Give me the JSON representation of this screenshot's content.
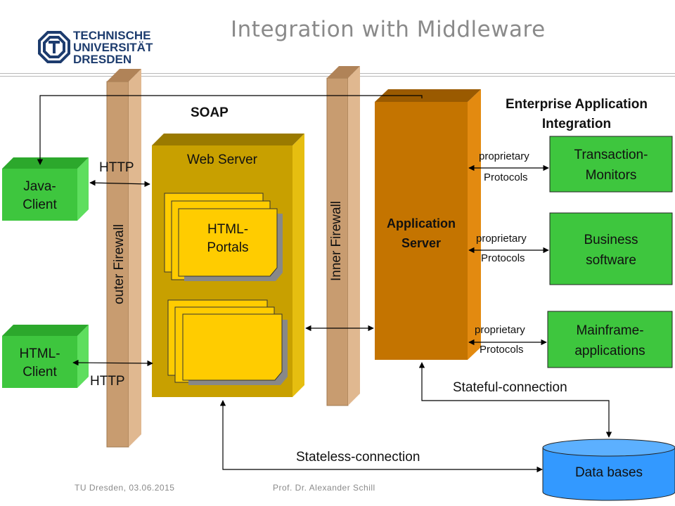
{
  "header": {
    "title": "Integration with Middleware",
    "logo_lines": [
      "TECHNISCHE",
      "UNIVERSITÄT",
      "DRESDEN"
    ]
  },
  "labels": {
    "soap": "SOAP",
    "eai_line1": "Enterprise Application",
    "eai_line2": "Integration",
    "http_top": "HTTP",
    "http_bottom": "HTTP",
    "stateful": "Stateful-connection",
    "stateless": "Stateless-connection"
  },
  "components": {
    "java_client": [
      "Java-",
      "Client"
    ],
    "html_client": [
      "HTML-",
      "Client"
    ],
    "outer_firewall": "outer Firewall",
    "inner_firewall": "Inner Firewall",
    "web_server": "Web Server",
    "html_portals": [
      "HTML-",
      "Portals"
    ],
    "application_server": [
      "Application",
      "Server"
    ],
    "data_bases": "Data bases"
  },
  "backends": [
    {
      "name": [
        "Transaction-",
        "Monitors"
      ],
      "protocol": [
        "proprietary",
        "Protocols"
      ]
    },
    {
      "name": [
        "Business",
        "software"
      ],
      "protocol": [
        "proprietary",
        "Protocols"
      ]
    },
    {
      "name": [
        "Mainframe-",
        "applications"
      ],
      "protocol": [
        "proprietary",
        "Protocols"
      ]
    }
  ],
  "footer": {
    "left": "TU Dresden, 03.06.2015",
    "right": "Prof. Dr. Alexander Schill"
  },
  "colors": {
    "title": "#8a8a8a",
    "green": "#3ec63e",
    "firewall": "#d4a57a",
    "web_server": "#c8a000",
    "doc": "#ffcc00",
    "app_server": "#c47400",
    "data_bases": "#3399ff"
  }
}
